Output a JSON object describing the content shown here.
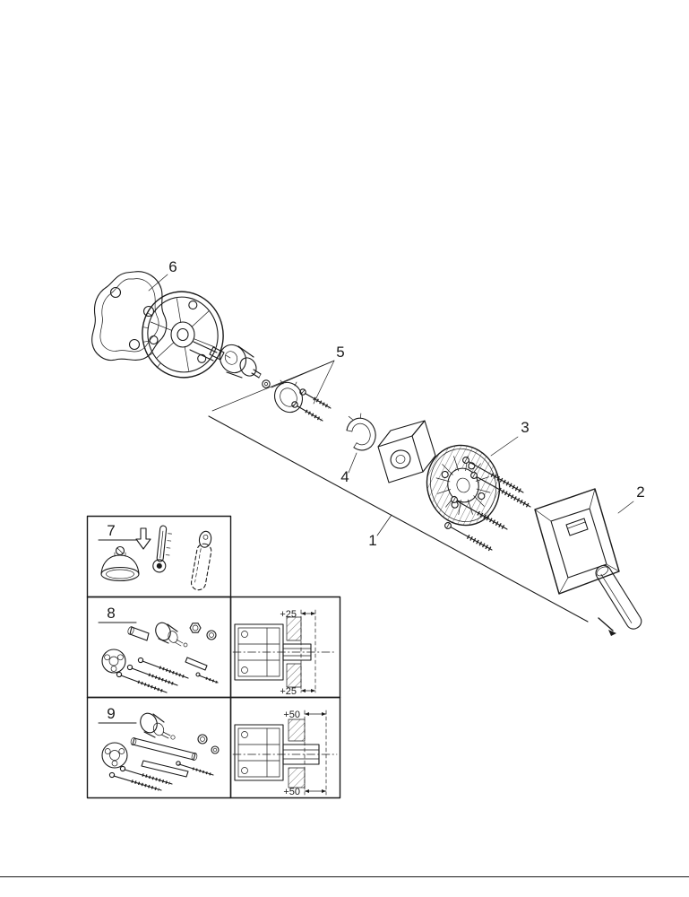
{
  "callouts": {
    "c1": "1",
    "c2": "2",
    "c3": "3",
    "c4": "4",
    "c5": "5",
    "c6": "6",
    "c7": "7",
    "c8": "8",
    "c9": "9"
  },
  "dimensions": {
    "inset8_top": "+25",
    "inset8_bottom": "+25",
    "inset9_top": "+50",
    "inset9_bottom": "+50"
  },
  "colors": {
    "line": "#1a1a1a",
    "background": "#ffffff"
  }
}
